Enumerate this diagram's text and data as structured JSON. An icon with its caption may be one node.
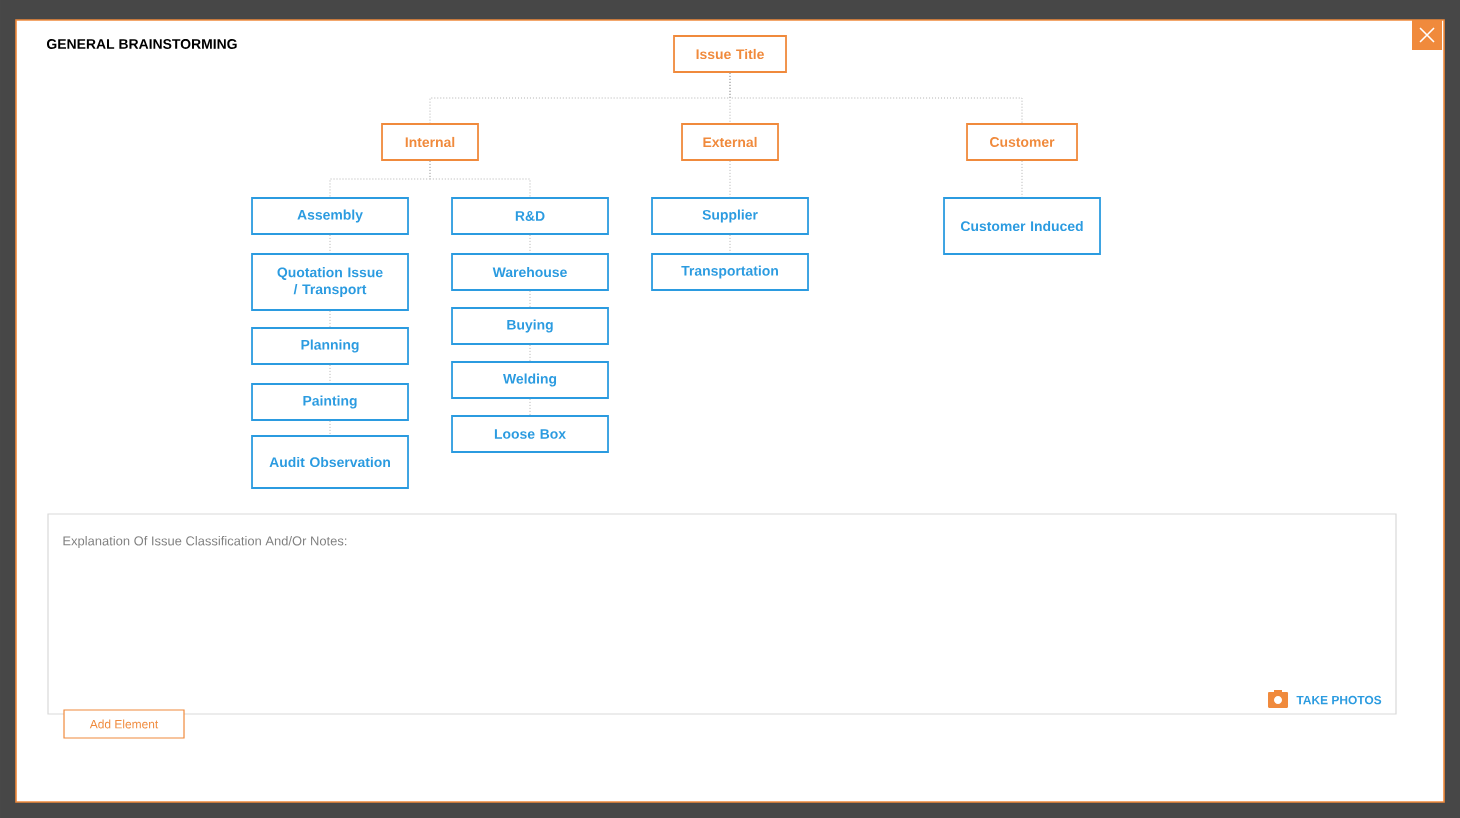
{
  "diagram": {
    "title": "GENERAL BRAINSTORMING",
    "nodes": [
      {
        "text": [
          "Issue Title"
        ]
      },
      {
        "text": [
          "Internal"
        ]
      },
      {
        "text": [
          "External"
        ]
      },
      {
        "text": [
          "Customer"
        ]
      },
      {
        "text": [
          "Assembly"
        ]
      },
      {
        "text": [
          "Quotation Issue / Transport"
        ]
      },
      {
        "text": [
          "Planning"
        ]
      },
      {
        "text": [
          "Painting"
        ]
      },
      {
        "text": [
          "Audit Observation"
        ]
      },
      {
        "text": [
          "R&D"
        ]
      },
      {
        "text": [
          "Warehouse"
        ]
      },
      {
        "text": [
          "Buying"
        ]
      },
      {
        "text": [
          "Welding"
        ]
      },
      {
        "text": [
          "Loose Box"
        ]
      },
      {
        "text": [
          "Supplier"
        ]
      },
      {
        "text": [
          "Transportation"
        ]
      },
      {
        "text": [
          "Customer Induced"
        ]
      }
    ],
    "edges": [
      {
        "from": 0,
        "to": 1,
        "arrow": "none",
        "style": "dashed"
      },
      {
        "from": 0,
        "to": 2,
        "arrow": "none",
        "style": "dashed"
      },
      {
        "from": 0,
        "to": 3,
        "arrow": "none",
        "style": "dashed"
      },
      {
        "from": 1,
        "to": 4,
        "arrow": "none",
        "style": "dashed"
      },
      {
        "from": 1,
        "to": 9,
        "arrow": "none",
        "style": "dashed"
      },
      {
        "from": 4,
        "to": 5,
        "arrow": "none",
        "style": "dashed"
      },
      {
        "from": 5,
        "to": 6,
        "arrow": "none",
        "style": "dashed"
      },
      {
        "from": 6,
        "to": 7,
        "arrow": "none",
        "style": "dashed"
      },
      {
        "from": 7,
        "to": 8,
        "arrow": "none",
        "style": "dashed"
      },
      {
        "from": 9,
        "to": 10,
        "arrow": "none",
        "style": "dashed"
      },
      {
        "from": 10,
        "to": 11,
        "arrow": "none",
        "style": "dashed"
      },
      {
        "from": 11,
        "to": 12,
        "arrow": "none",
        "style": "dashed"
      },
      {
        "from": 12,
        "to": 13,
        "arrow": "none",
        "style": "dashed"
      },
      {
        "from": 2,
        "to": 14,
        "arrow": "none",
        "style": "dashed"
      },
      {
        "from": 14,
        "to": 15,
        "arrow": "none",
        "style": "dashed"
      },
      {
        "from": 3,
        "to": 16,
        "arrow": "none",
        "style": "dashed"
      }
    ],
    "labels": [
      "Explanation Of Issue Classification And/Or Notes:",
      "TAKE PHOTOS",
      "Add Element"
    ]
  }
}
